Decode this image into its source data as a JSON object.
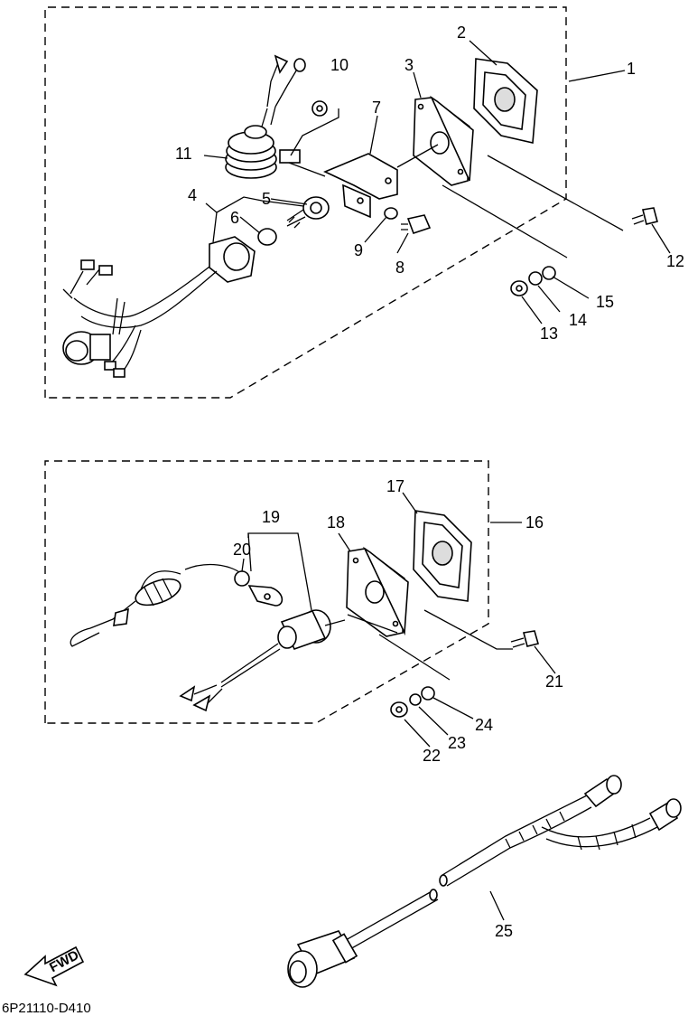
{
  "diagram": {
    "code": "6P21110-D410",
    "fwd_label": "FWD",
    "callouts": [
      "1",
      "2",
      "3",
      "4",
      "5",
      "6",
      "7",
      "8",
      "9",
      "10",
      "11",
      "12",
      "13",
      "14",
      "15",
      "16",
      "17",
      "18",
      "19",
      "20",
      "21",
      "22",
      "23",
      "24",
      "25"
    ]
  }
}
